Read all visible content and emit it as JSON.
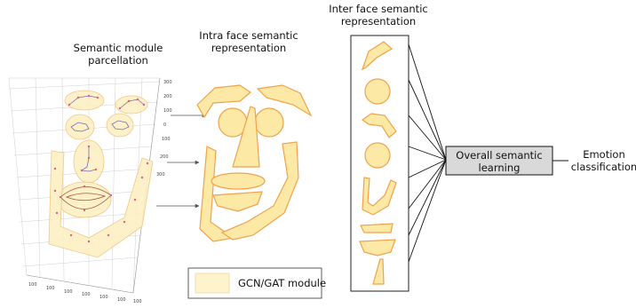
{
  "labels": {
    "parcellation_title_line1": "Semantic module",
    "parcellation_title_line2": "parcellation",
    "intra_title_line1": "Intra face semantic",
    "intra_title_line2": "representation",
    "inter_title_line1": "Inter face semantic",
    "inter_title_line2": "representation",
    "overall_line1": "Overall semantic",
    "overall_line2": "learning",
    "emotion_line1": "Emotion",
    "emotion_line2": "classification",
    "legend_label": "GCN/GAT module"
  },
  "colors": {
    "module_fill": "#fde9a6",
    "module_stroke": "#f0a24b",
    "overall_box_fill": "#d9d9d9",
    "landmark_point": "#e0607e",
    "landmark_edge": "#7a6ab8"
  },
  "axis_ticks": {
    "right": [
      "300",
      "200",
      "100",
      "0",
      "100",
      "200",
      "300"
    ],
    "bottom": [
      "100",
      "100",
      "100",
      "100",
      "100",
      "100",
      "100"
    ]
  }
}
